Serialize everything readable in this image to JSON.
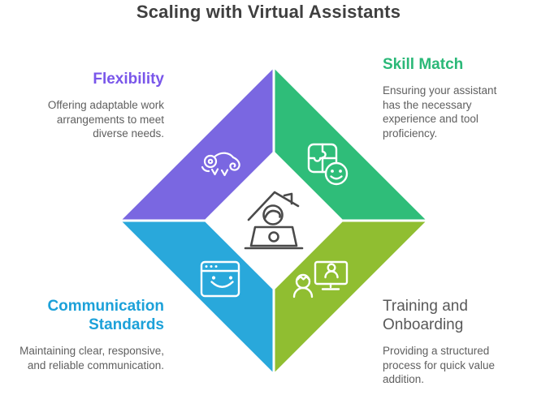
{
  "title": {
    "text": "Scaling with Virtual Assistants",
    "color": "#3F3F3F"
  },
  "palette": {
    "background": "#FFFFFF",
    "body_text": "#5F5F5F",
    "center_icon": "#4A4A4A",
    "divider": "#FFFFFF"
  },
  "center": {
    "icon": "work-from-home-icon"
  },
  "quadrants": [
    {
      "id": "flexibility",
      "position": "top-left",
      "heading": "Flexibility",
      "description": "Offering adaptable work arrangements to meet diverse needs.",
      "fill": "#7A67E1",
      "heading_color": "#7956EA",
      "icon": "chameleon-icon"
    },
    {
      "id": "skill-match",
      "position": "top-right",
      "heading": "Skill Match",
      "description": "Ensuring your assistant has the necessary experience and tool proficiency.",
      "fill": "#2FBD79",
      "heading_color": "#2BB878",
      "icon": "puzzle-smiley-icon"
    },
    {
      "id": "communication-standards",
      "position": "bottom-left",
      "heading": "Communication Standards",
      "description": "Maintaining clear, responsive, and reliable communication.",
      "fill": "#29A8DB",
      "heading_color": "#1CA1D9",
      "icon": "browser-smiley-icon"
    },
    {
      "id": "training-and-onboarding",
      "position": "bottom-right",
      "heading": "Training and Onboarding",
      "description": "Providing a structured process for quick value addition.",
      "fill": "#90BE31",
      "heading_color": "#595959",
      "icon": "trainer-monitor-icon"
    }
  ]
}
